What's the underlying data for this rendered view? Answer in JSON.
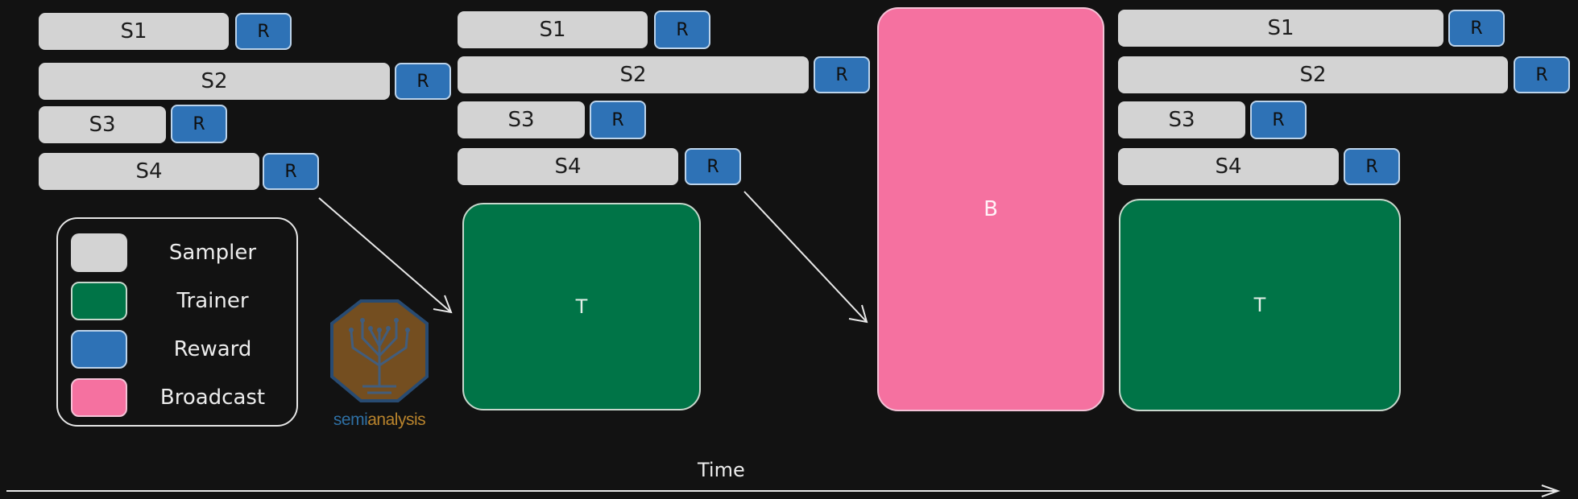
{
  "diagram": {
    "time_label": "Time",
    "columns": [
      {
        "samplers": [
          {
            "label": "S1",
            "reward_label": "R"
          },
          {
            "label": "S2",
            "reward_label": "R"
          },
          {
            "label": "S3",
            "reward_label": "R"
          },
          {
            "label": "S4",
            "reward_label": "R"
          }
        ]
      },
      {
        "samplers": [
          {
            "label": "S1",
            "reward_label": "R"
          },
          {
            "label": "S2",
            "reward_label": "R"
          },
          {
            "label": "S3",
            "reward_label": "R"
          },
          {
            "label": "S4",
            "reward_label": "R"
          }
        ],
        "trainer_label": "T"
      },
      {
        "broadcast_label": "B"
      },
      {
        "samplers": [
          {
            "label": "S1",
            "reward_label": "R"
          },
          {
            "label": "S2",
            "reward_label": "R"
          },
          {
            "label": "S3",
            "reward_label": "R"
          },
          {
            "label": "S4",
            "reward_label": "R"
          }
        ],
        "trainer_label": "T"
      }
    ]
  },
  "legend": {
    "items": [
      {
        "label": "Sampler",
        "color": "#d3d3d3"
      },
      {
        "label": "Trainer",
        "color": "#007447"
      },
      {
        "label": "Reward",
        "color": "#2e72b6"
      },
      {
        "label": "Broadcast",
        "color": "#f571a0"
      }
    ]
  },
  "logo": {
    "text_part1": "semi",
    "text_part2": "analysis",
    "color_part1": "#2e6fa3",
    "color_part2": "#b8832c"
  }
}
